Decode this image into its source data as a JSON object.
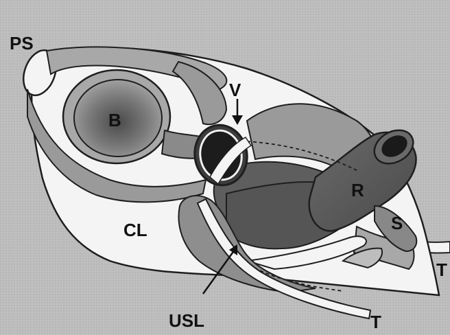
{
  "diagram": {
    "labels": {
      "ps": "PS",
      "b": "B",
      "v": "V",
      "r": "R",
      "cl": "CL",
      "s": "S",
      "usl": "USL",
      "t_right": "T",
      "t_bottom": "T"
    }
  },
  "colors": {
    "background": "#bcbcbc",
    "ligament_white": "#f4f4f4",
    "organ_light": "#a8a8a8",
    "organ_mid": "#888888",
    "organ_dark": "#5a5a5a",
    "organ_darker": "#3c3c3c",
    "lumen": "#1a1a1a",
    "outline": "#1e1e1e"
  }
}
